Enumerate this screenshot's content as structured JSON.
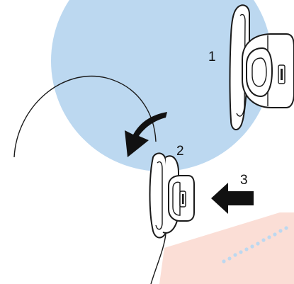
{
  "steps": [
    {
      "number": "1"
    },
    {
      "number": "2"
    },
    {
      "number": "3"
    }
  ],
  "colors": {
    "circle": "#bcd8f0",
    "pink": "#fbded6",
    "dots": "#bcd8f0",
    "arrow": "#111111",
    "outline": "#1a1a1a"
  }
}
